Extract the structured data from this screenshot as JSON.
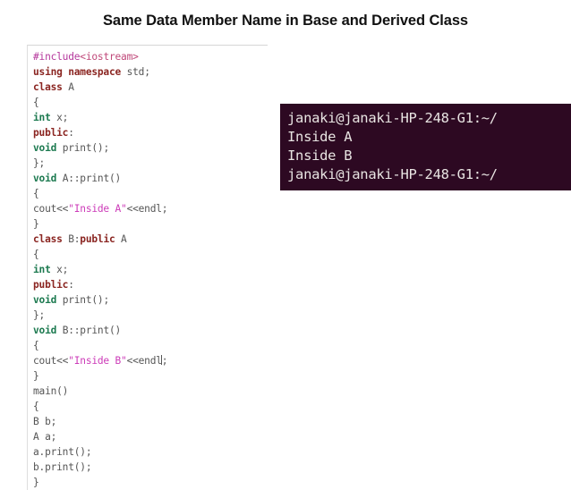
{
  "slide": {
    "title": "Same Data Member Name in Base and Derived Class"
  },
  "code": {
    "language": "cpp",
    "colors": {
      "preprocessor": "#b5379c",
      "include_header": "#c0497a",
      "keyword": "#8b2622",
      "type": "#1d7a50",
      "string": "#cc3bb8",
      "plain": "#555555",
      "border": "#d6d6d6"
    },
    "lines": [
      {
        "n": 1,
        "tokens": [
          {
            "t": "#include",
            "c": "pre"
          },
          {
            "t": "<iostream>",
            "c": "inc"
          }
        ]
      },
      {
        "n": 2,
        "tokens": [
          {
            "t": "using namespace",
            "c": "kw"
          },
          {
            "t": " std;",
            "c": "plain"
          }
        ]
      },
      {
        "n": 3,
        "tokens": [
          {
            "t": "class",
            "c": "kw"
          },
          {
            "t": " A",
            "c": "plain"
          }
        ]
      },
      {
        "n": 4,
        "tokens": [
          {
            "t": "{",
            "c": "plain"
          }
        ]
      },
      {
        "n": 5,
        "tokens": [
          {
            "t": "int",
            "c": "type"
          },
          {
            "t": " x;",
            "c": "plain"
          }
        ]
      },
      {
        "n": 6,
        "tokens": [
          {
            "t": "public",
            "c": "kw"
          },
          {
            "t": ":",
            "c": "plain"
          }
        ]
      },
      {
        "n": 7,
        "tokens": [
          {
            "t": "void",
            "c": "type"
          },
          {
            "t": " print();",
            "c": "plain"
          }
        ]
      },
      {
        "n": 8,
        "tokens": [
          {
            "t": "};",
            "c": "plain"
          }
        ]
      },
      {
        "n": 9,
        "tokens": [
          {
            "t": "void",
            "c": "type"
          },
          {
            "t": " A::print()",
            "c": "plain"
          }
        ]
      },
      {
        "n": 10,
        "tokens": [
          {
            "t": "{",
            "c": "plain"
          }
        ]
      },
      {
        "n": 11,
        "tokens": [
          {
            "t": "cout<<",
            "c": "plain"
          },
          {
            "t": "\"Inside A\"",
            "c": "str"
          },
          {
            "t": "<<endl;",
            "c": "plain"
          }
        ]
      },
      {
        "n": 12,
        "tokens": [
          {
            "t": "}",
            "c": "plain"
          }
        ]
      },
      {
        "n": 13,
        "tokens": [
          {
            "t": "class",
            "c": "kw"
          },
          {
            "t": " B:",
            "c": "plain"
          },
          {
            "t": "public",
            "c": "kw"
          },
          {
            "t": " A",
            "c": "plain"
          }
        ]
      },
      {
        "n": 14,
        "tokens": [
          {
            "t": "{",
            "c": "plain"
          }
        ]
      },
      {
        "n": 15,
        "tokens": [
          {
            "t": "int",
            "c": "type"
          },
          {
            "t": " x;",
            "c": "plain"
          }
        ]
      },
      {
        "n": 16,
        "tokens": [
          {
            "t": "public",
            "c": "kw"
          },
          {
            "t": ":",
            "c": "plain"
          }
        ]
      },
      {
        "n": 17,
        "tokens": [
          {
            "t": "void",
            "c": "type"
          },
          {
            "t": " print();",
            "c": "plain"
          }
        ]
      },
      {
        "n": 18,
        "tokens": [
          {
            "t": "};",
            "c": "plain"
          }
        ]
      },
      {
        "n": 19,
        "tokens": [
          {
            "t": "void",
            "c": "type"
          },
          {
            "t": " B::print()",
            "c": "plain"
          }
        ]
      },
      {
        "n": 20,
        "tokens": [
          {
            "t": "{",
            "c": "plain"
          }
        ]
      },
      {
        "n": 21,
        "tokens": [
          {
            "t": "cout<<",
            "c": "plain"
          },
          {
            "t": "\"Inside B\"",
            "c": "str"
          },
          {
            "t": "<<endl",
            "c": "plain"
          },
          {
            "t": "",
            "c": "caret"
          },
          {
            "t": ";",
            "c": "plain"
          }
        ]
      },
      {
        "n": 22,
        "tokens": [
          {
            "t": "}",
            "c": "plain"
          }
        ]
      },
      {
        "n": 23,
        "tokens": [
          {
            "t": "main()",
            "c": "plain"
          }
        ]
      },
      {
        "n": 24,
        "tokens": [
          {
            "t": "{",
            "c": "plain"
          }
        ]
      },
      {
        "n": 25,
        "tokens": [
          {
            "t": "B b;",
            "c": "plain"
          }
        ]
      },
      {
        "n": 26,
        "tokens": [
          {
            "t": "A a;",
            "c": "plain"
          }
        ]
      },
      {
        "n": 27,
        "tokens": [
          {
            "t": "a.print();",
            "c": "plain"
          }
        ]
      },
      {
        "n": 28,
        "tokens": [
          {
            "t": "b.print();",
            "c": "plain"
          }
        ]
      },
      {
        "n": 29,
        "tokens": [
          {
            "t": "}",
            "c": "plain"
          }
        ]
      }
    ]
  },
  "terminal": {
    "background": "#2d0922",
    "text_color": "#e8e4e2",
    "lines": [
      "janaki@janaki-HP-248-G1:~/",
      "Inside A",
      "Inside B",
      "janaki@janaki-HP-248-G1:~/"
    ]
  }
}
